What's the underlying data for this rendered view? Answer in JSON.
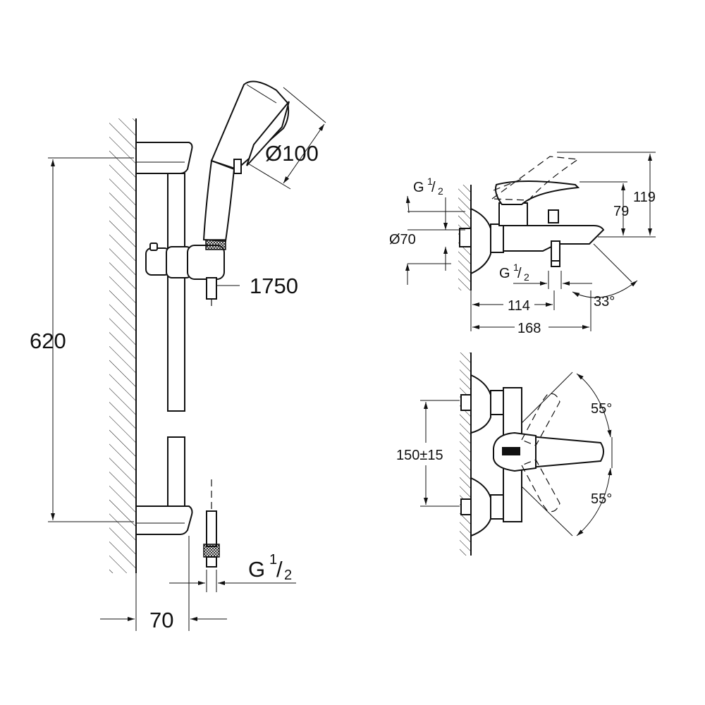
{
  "left": {
    "bar_height": "620",
    "hose_length": "1750",
    "head_diameter": "Ø100",
    "offset": "70",
    "thread": "G",
    "thread_frac_num": "1",
    "thread_frac_den": "2"
  },
  "side": {
    "height_total": "119",
    "height_spout": "79",
    "rosette": "Ø70",
    "thread_top": "G",
    "thread_top_num": "1",
    "thread_top_den": "2",
    "thread_bottom": "G",
    "thread_bottom_num": "1",
    "thread_bottom_den": "2",
    "depth_outlet": "114",
    "depth_total": "168",
    "spout_angle": "33°"
  },
  "top": {
    "centres": "150±15",
    "angle_up": "55°",
    "angle_down": "55°"
  }
}
